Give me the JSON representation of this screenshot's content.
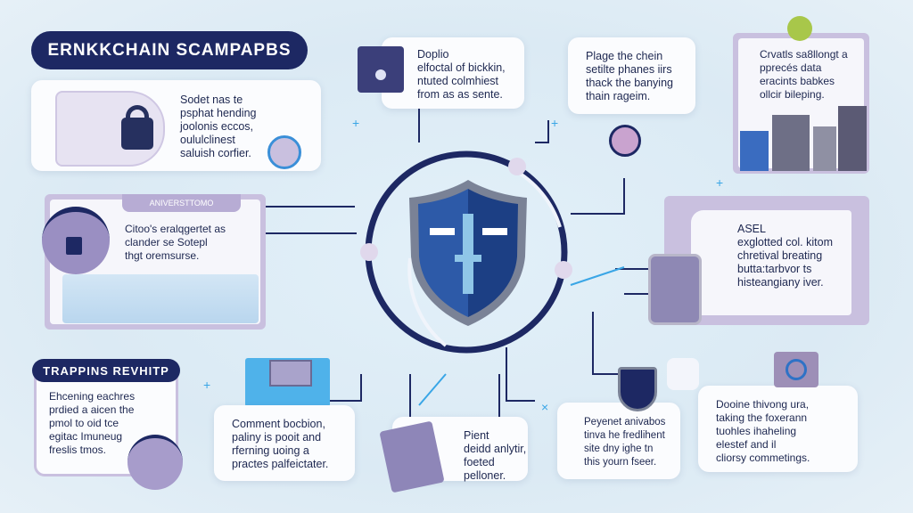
{
  "title": "ERNKKCHAIN SCAMPAPBS",
  "cards": {
    "top_left": {
      "text": "Sodet nas te\npsphat hending\njoolonis eccos,\noululclinest\nsaluish corfier."
    },
    "top_center": {
      "text": "Doplio\nelfoctal of bickkin,\nntuted colmhiest\nfrom as as sente."
    },
    "top_right": {
      "text": "Plage the chein\nsetilte phanes iirs\nthack the banying\nthain rageim."
    },
    "far_right_top": {
      "text": "Crvatls sa8llongt a\npprecés data\neracints babkes\nollcir bileping."
    },
    "left_mid": {
      "header": "ANIVERSTTOMO",
      "text": "Citoo's eralqgertet as\nclander se Sotepl\nthgt oremsurse."
    },
    "right_mid": {
      "text": "ASEL\nexglotted col. kitom\nchretival breating\nbutta:tarbvor ts\nhisteangiany iver."
    },
    "trapping": {
      "header": "TRAPPINS REVHITP",
      "text": "Ehcening eachres\nprdied a aicen the\npmol to oid tce\negitac Imuneug\nfreslis tmos."
    },
    "comment": {
      "text": "Comment bocbion,\npaliny is pooit and\nrferning uoing a\npractes palfeictater."
    },
    "pient": {
      "text": "Pient\ndeidd anlytir,\nfoeted pelloner."
    },
    "peyenet": {
      "text": "Peyenet anivabos\ntinva he fredlihent\nsite dny ighe tn\nthis yourn fseer."
    },
    "dooine": {
      "text": "Dooine thivong ura,\ntaking the foxerann\ntuohles ihaheling\nelestef and il\ncliorsy commetings."
    }
  },
  "colors": {
    "navy": "#1d2863",
    "lavender": "#c9c0df",
    "accent": "#3aa6e6",
    "shield": "#2d5aa8"
  }
}
